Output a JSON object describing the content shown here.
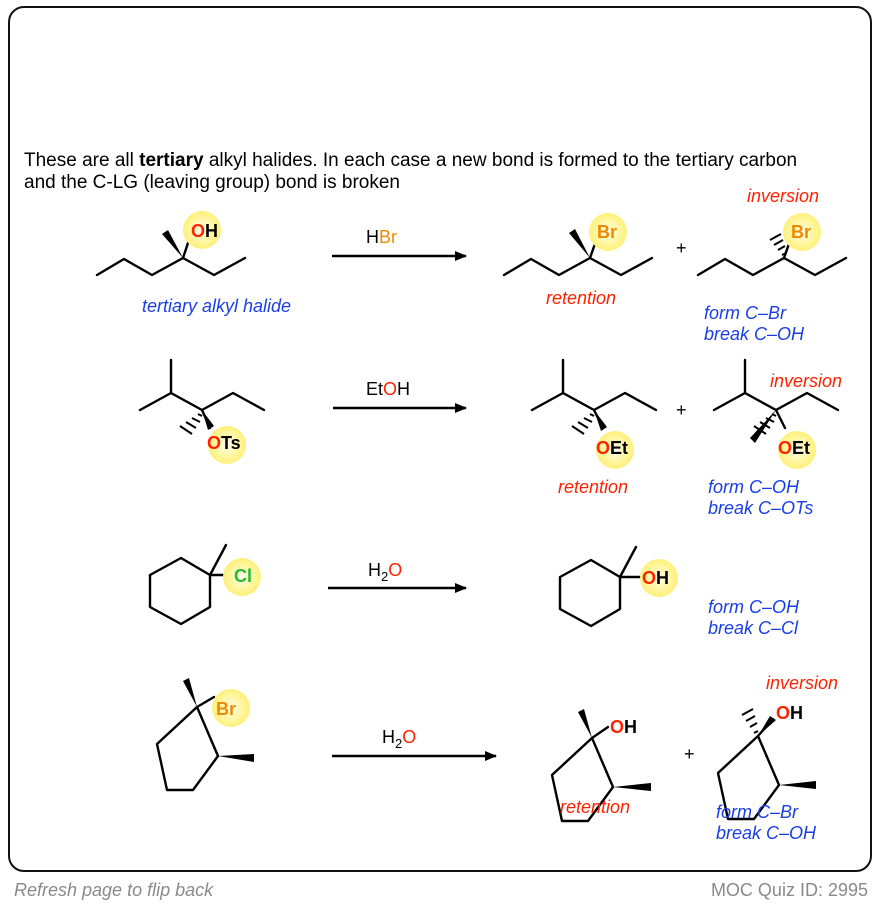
{
  "intro": {
    "part1": "These are all ",
    "bold": "tertiary",
    "part2": " alkyl halides. In each case a new bond is formed to the tertiary carbon and the C-LG (leaving group) bond is broken"
  },
  "reactions": [
    {
      "reagent": [
        "H",
        "Br"
      ],
      "reactant_group": [
        "O",
        "H"
      ],
      "reactant_label": "tertiary alkyl halide",
      "product1_group": "Br",
      "product2_group": "Br",
      "retention": "retention",
      "inversion": "inversion",
      "note": [
        "form C–Br",
        "break C–OH"
      ]
    },
    {
      "reagent": [
        "Et",
        "O",
        "H"
      ],
      "reactant_group": [
        "O",
        "Ts"
      ],
      "product1_group": [
        "O",
        "Et"
      ],
      "product2_group": [
        "O",
        "Et"
      ],
      "retention": "retention",
      "inversion": "inversion",
      "note": [
        "form C–OH",
        "break C–OTs"
      ]
    },
    {
      "reagent": [
        "H",
        "2",
        "O"
      ],
      "reactant_group": "Cl",
      "product1_group": [
        "O",
        "H"
      ],
      "note": [
        "form C–OH",
        "break C–Cl"
      ]
    },
    {
      "reagent": [
        "H",
        "2",
        "O"
      ],
      "reactant_group": "Br",
      "product1_group": [
        "O",
        "H"
      ],
      "product2_group": [
        "O",
        "H"
      ],
      "retention": "retention",
      "inversion": "inversion",
      "note": [
        "form C–Br",
        "break C–OH"
      ]
    }
  ],
  "plus": "+",
  "footer": {
    "left": "Refresh page to flip back",
    "right": "MOC Quiz ID: 2995"
  },
  "colors": {
    "red": "#ff2200",
    "blue": "#1a3ee6",
    "orange": "#ef8a00",
    "green": "#22bb33",
    "glow": "#fff36a",
    "bond": "#000000"
  }
}
